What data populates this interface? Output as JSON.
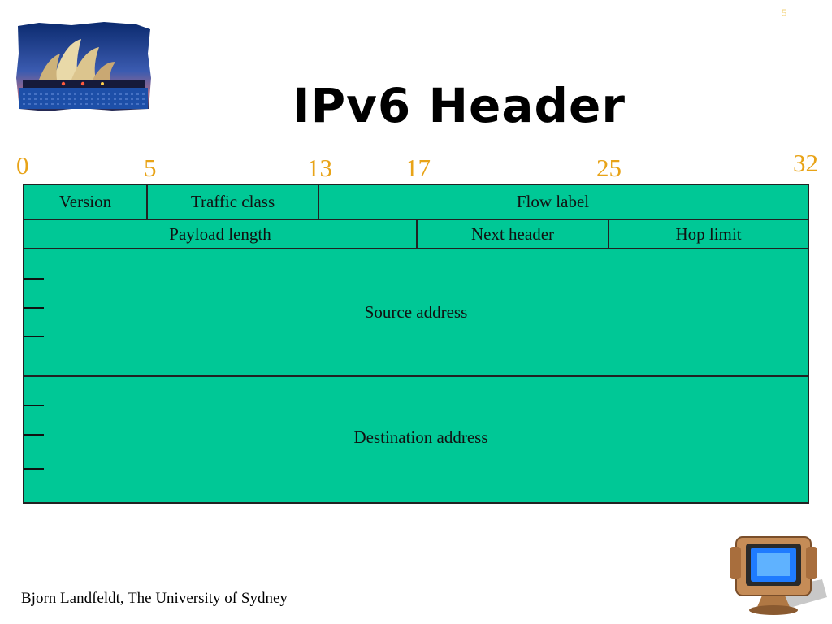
{
  "slide": {
    "number": "5"
  },
  "title": "IPv6 Header",
  "bit_ticks": [
    "0",
    "5",
    "13",
    "17",
    "25",
    "32"
  ],
  "header_fields": {
    "version": "Version",
    "traffic_class": "Traffic class",
    "flow_label": "Flow label",
    "payload_length": "Payload length",
    "next_header": "Next header",
    "hop_limit": "Hop limit",
    "source_address": "Source address",
    "destination_address": "Destination address"
  },
  "colors": {
    "field_fill": "#00c896",
    "tick": "#e8a317",
    "border": "#222222"
  },
  "icons": {
    "logo": "sydney-opera-house-logo-icon",
    "decoration": "computer-monitor-icon"
  },
  "footer": "Bjorn Landfeldt, The University of Sydney"
}
